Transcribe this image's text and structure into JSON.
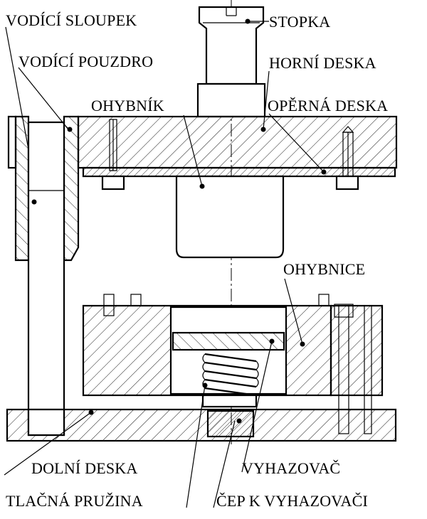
{
  "labels": {
    "stopka": "STOPKA",
    "vodici_sloupek": "VODÍCÍ SLOUPEK",
    "vodici_pouzdro": "VODÍCÍ POUZDRO",
    "horni_deska": "HORNÍ DESKA",
    "ohybnik": "OHYBNÍK",
    "operna_deska": "OPĚRNÁ DESKA",
    "ohybnice": "OHYBNICE",
    "dolni_deska": "DOLNÍ DESKA",
    "vyhazovac": "VYHAZOVAČ",
    "tlacna_pruzina": "TLAČNÁ PRUŽINA",
    "cep_k_vyhazovaci": "ČEP K VYHAZOVAČI"
  },
  "colors": {
    "line": "#000000",
    "hatch": "#000000",
    "background": "#ffffff"
  }
}
